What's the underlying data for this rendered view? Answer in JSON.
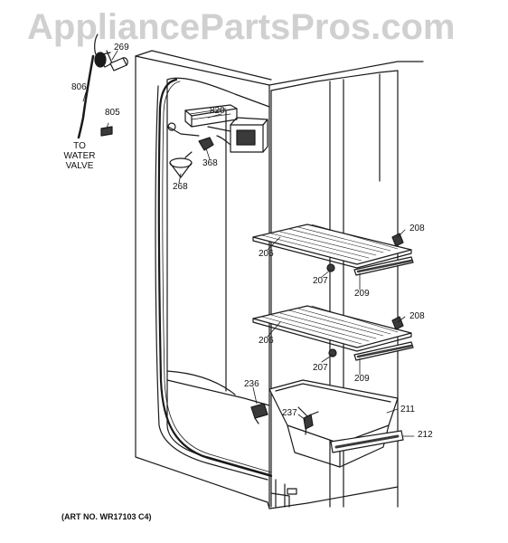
{
  "watermark": "AppliancePartsPros.com",
  "art_number": "(ART NO. WR17103 C4)",
  "note": {
    "line1": "TO",
    "line2": "WATER",
    "line3": "VALVE"
  },
  "part_labels": {
    "p269": "269",
    "p806": "806",
    "p805": "805",
    "p820": "820",
    "p368": "368",
    "p268": "268",
    "p208a": "208",
    "p206a": "206",
    "p207a": "207",
    "p209a": "209",
    "p208b": "208",
    "p206b": "206",
    "p207b": "207",
    "p209b": "209",
    "p236": "236",
    "p237": "237",
    "p211": "211",
    "p212": "212"
  },
  "colors": {
    "line": "#1a1a1a",
    "shade": "#3a3a3a",
    "watermark": "#d0d0d0"
  }
}
